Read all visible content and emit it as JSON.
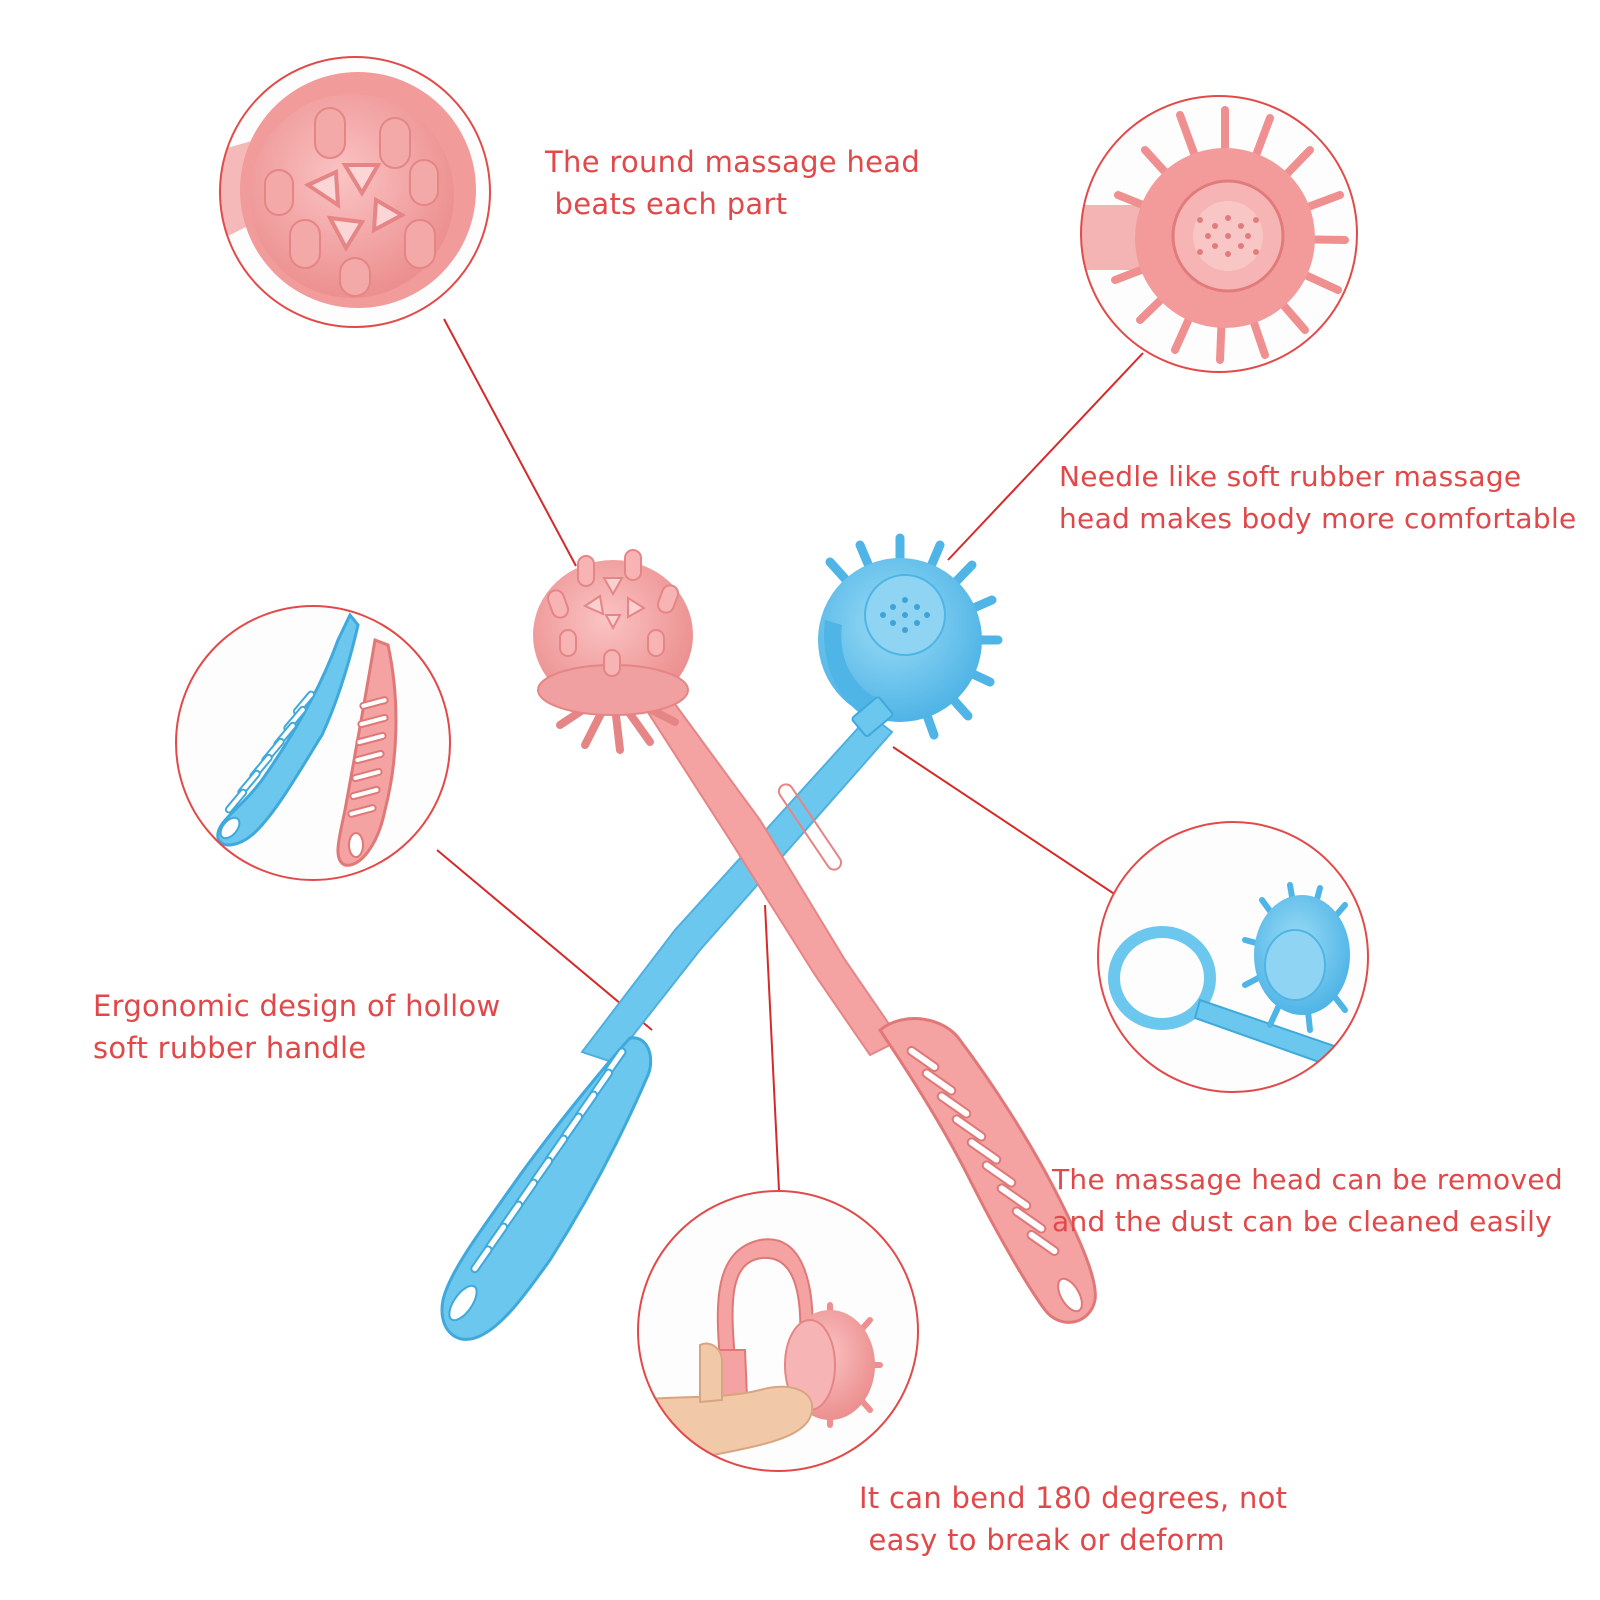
{
  "colors": {
    "accent_red": "#e0484a",
    "callout_line": "#d42a2a",
    "pink_product": "#f4a2a2",
    "pink_dark": "#e58585",
    "blue_product": "#6cc7ee",
    "blue_dark": "#3fa9dc"
  },
  "callouts": [
    {
      "id": "round-head",
      "lines": [
        "The round massage head",
        " beats each part"
      ]
    },
    {
      "id": "needle-head",
      "lines": [
        "Needle like soft rubber massage",
        "head makes body more comfortable"
      ]
    },
    {
      "id": "handle",
      "lines": [
        "Ergonomic design of hollow",
        "soft rubber handle"
      ]
    },
    {
      "id": "removable",
      "lines": [
        "The massage head can be removed",
        "and the dust can be cleaned easily"
      ]
    },
    {
      "id": "bend",
      "lines": [
        "It can bend 180 degrees, not",
        " easy to break or deform"
      ]
    }
  ],
  "product": {
    "items": [
      "pink-massage-brush",
      "blue-massage-brush"
    ]
  }
}
